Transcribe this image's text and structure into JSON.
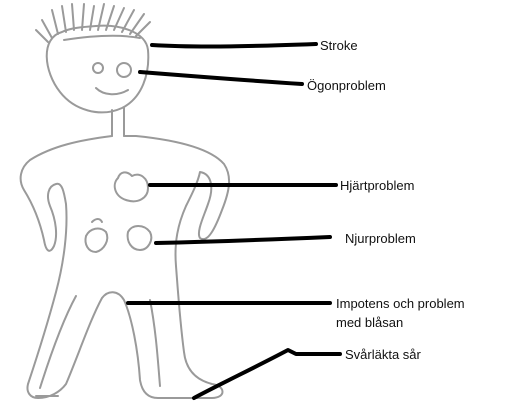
{
  "labels": {
    "stroke": "Stroke",
    "eyes": "Ögonproblem",
    "heart": "Hjärtproblem",
    "kidneys": "Njurproblem",
    "impotence_line1": "Impotens och problem",
    "impotence_line2": "med blåsan",
    "wounds": "Svårläkta sår"
  },
  "colors": {
    "sketch": "#9a9a9a",
    "pointer": "#000000",
    "text": "#111111"
  }
}
